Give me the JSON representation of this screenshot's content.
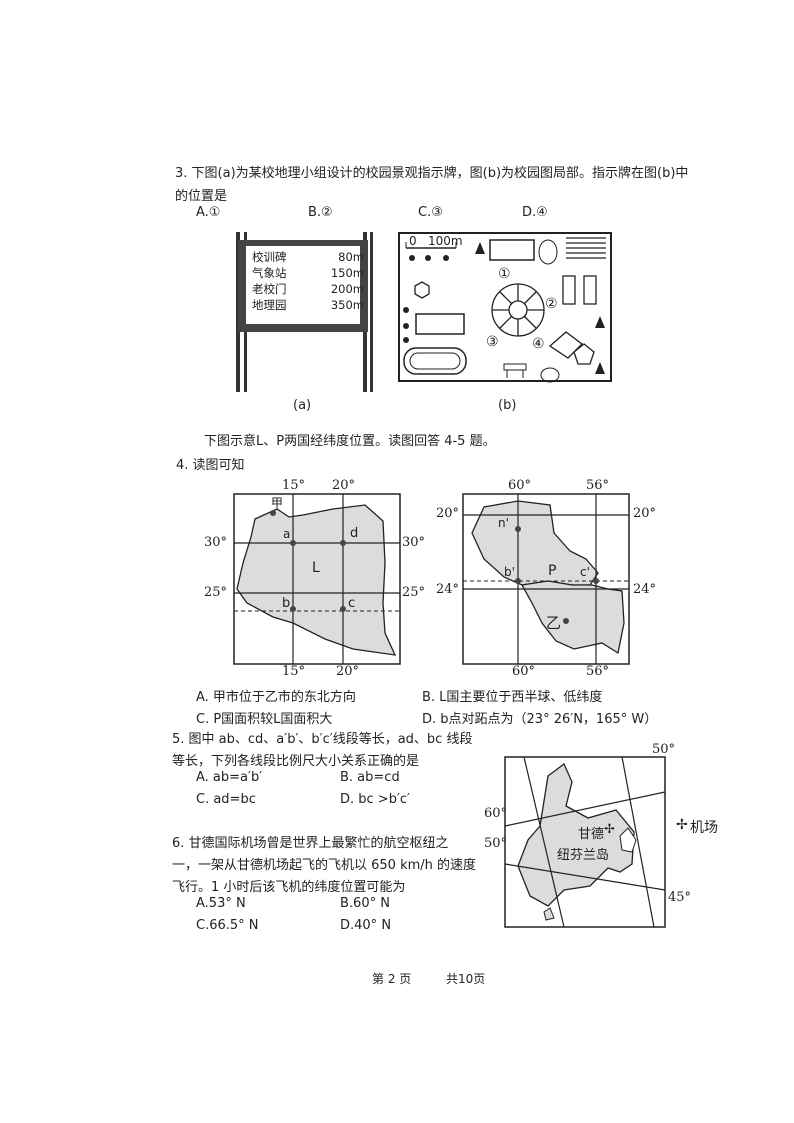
{
  "q3": {
    "stem_line1": "3. 下图(a)为某校地理小组设计的校园景观指示牌，图(b)为校园图局部。指示牌在图(b)中",
    "stem_line2": "的位置是",
    "options": [
      "A.①",
      "B.②",
      "C.③",
      "D.④"
    ],
    "figure_a": {
      "rows": [
        {
          "name": "校训碑",
          "dist": "80m"
        },
        {
          "name": "气象站",
          "dist": "150m"
        },
        {
          "name": "老校门",
          "dist": "200m"
        },
        {
          "name": "地理园",
          "dist": "350m"
        }
      ],
      "caption": "(a)"
    },
    "figure_b": {
      "scale_zero": "0",
      "scale_len": "100m",
      "markers": [
        "①",
        "②",
        "③",
        "④"
      ],
      "caption": "(b)"
    }
  },
  "intro_4_5": "下图示意L、P两国经纬度位置。读图回答 4-5 题。",
  "q4": {
    "stem": "4. 读图可知",
    "options": [
      "A. 甲市位于乙市的东北方向",
      "B. L国主要位于西半球、低纬度",
      "C. P国面积较L国面积大",
      "D. b点对跖点为（23° 26′N，165° W）"
    ]
  },
  "map_L": {
    "lon_top": [
      "15°",
      "20°"
    ],
    "lon_bottom": [
      "15°",
      "20°"
    ],
    "lat_left": [
      "30°",
      "25°"
    ],
    "lat_right": [
      "30°",
      "25°"
    ],
    "points": [
      "甲",
      "a",
      "d",
      "L",
      "b",
      "c"
    ]
  },
  "map_P": {
    "lon_top": [
      "60°",
      "56°"
    ],
    "lon_bottom": [
      "60°",
      "56°"
    ],
    "lat_left": [
      "20°",
      "24°"
    ],
    "lat_right": [
      "20°",
      "24°"
    ],
    "points": [
      "n'",
      "b'",
      "P",
      "c'",
      "乙"
    ]
  },
  "q5": {
    "stem_line1": "5. 图中 ab、cd、a′b′、b′c′线段等长，ad、bc 线段",
    "stem_line2": "等长，下列各线段比例尺大小关系正确的是",
    "options": [
      "A. ab=a′b′",
      "B. ab=cd",
      "C. ad=bc",
      "D. bc >b′c′"
    ]
  },
  "q6": {
    "stem_line1": "6. 甘德国际机场曾是世界上最繁忙的航空枢纽之",
    "stem_line2": "一，一架从甘德机场起飞的飞机以 650 km/h 的速度",
    "stem_line3": "飞行。1 小时后该飞机的纬度位置可能为",
    "options": [
      "A.53° N",
      "B.60° N",
      "C.66.5° N",
      "D.40° N"
    ]
  },
  "map_N": {
    "labels": [
      "50°",
      "60°",
      "50°",
      "45°"
    ],
    "city": "甘德",
    "island": "纽芬兰岛",
    "legend": "机场"
  },
  "footer": {
    "page": "第 2 页",
    "total": "共10页"
  }
}
